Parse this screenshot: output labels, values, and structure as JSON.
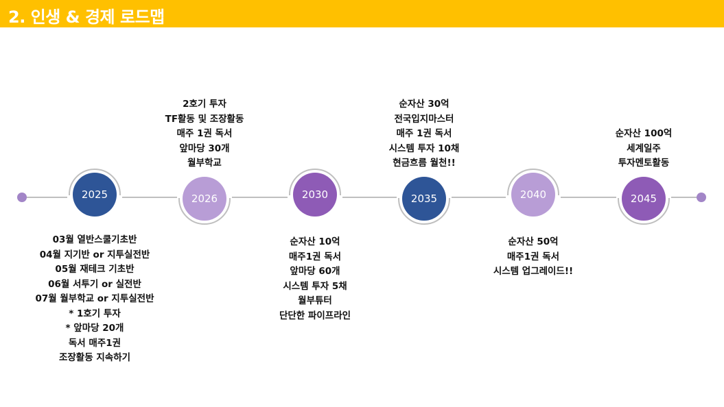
{
  "header": {
    "title": "2. 인생 & 경제 로드맵"
  },
  "colors": {
    "header_bg": "#FFC000",
    "line": "#BFBFBF",
    "end_dot": "#A285C7",
    "dark_blue": "#2E5597",
    "light_purple": "#B89DD6",
    "purple": "#8E5BB6"
  },
  "timeline": {
    "nodes": [
      {
        "year": "2025",
        "color": "#2E5597",
        "lines": [
          "03월 열반스쿨기초반",
          "04월 지기반 or 지투실전반",
          "05월 재테크 기초반",
          "06월 서투기 or 실전반",
          "07월 월부학교 or 지투실전반",
          "* 1호기 투자",
          "* 앞마당 20개",
          "독서 매주1권",
          "조장활동 지속하기"
        ]
      },
      {
        "year": "2026",
        "color": "#B89DD6",
        "lines": [
          "2호기 투자",
          "TF활동 및 조장활동",
          "매주 1권 독서",
          "앞마당 30개",
          "월부학교"
        ]
      },
      {
        "year": "2030",
        "color": "#8E5BB6",
        "lines": [
          "순자산 10억",
          "매주1권 독서",
          "앞마당 60개",
          "시스템 투자 5채",
          "월부튜터",
          "단단한 파이프라인"
        ]
      },
      {
        "year": "2035",
        "color": "#2E5597",
        "lines": [
          "순자산 30억",
          "전국입지마스터",
          "매주 1권 독서",
          "시스템 투자 10채",
          "현금흐름 월천!!"
        ]
      },
      {
        "year": "2040",
        "color": "#B89DD6",
        "lines": [
          "순자산 50억",
          "매주1권 독서",
          "시스템 업그레이드!!"
        ]
      },
      {
        "year": "2045",
        "color": "#8E5BB6",
        "lines": [
          "순자산 100억",
          "세계일주",
          "투자멘토활동"
        ]
      }
    ]
  }
}
